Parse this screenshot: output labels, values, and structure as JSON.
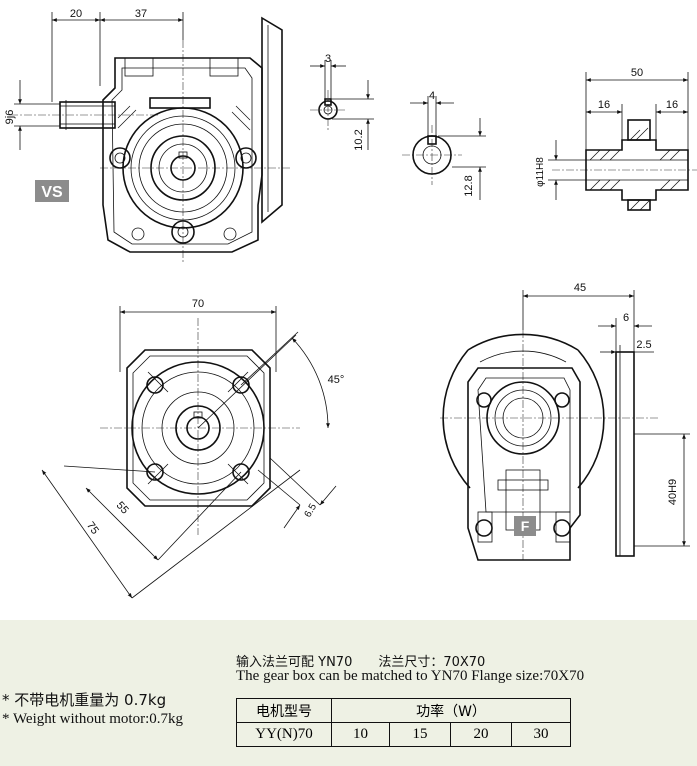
{
  "view_labels": {
    "vs": "VS",
    "f": "F"
  },
  "dimensions": {
    "d20": "20",
    "d37": "37",
    "d9j6": "9j6",
    "d3": "3",
    "d10_2": "10.2",
    "d4": "4",
    "d12_8": "12.8",
    "d50": "50",
    "d16a": "16",
    "d16b": "16",
    "d11h8": "φ11H8",
    "d70": "70",
    "d45deg": "45°",
    "d55": "55",
    "d75": "75",
    "d6_5": "6.5",
    "d45": "45",
    "d6": "6",
    "d2_5": "2.5",
    "d40h9": "40H9"
  },
  "footer": {
    "flange_cn": "输入法兰可配 YN70　　法兰尺寸：70X70",
    "flange_en": "The gear box can be matched to YN70 Flange size:70X70",
    "weight_cn": "* 不带电机重量为 0.7kg",
    "weight_en": "* Weight without motor:0.7kg"
  },
  "table": {
    "model_header": "电机型号",
    "power_header": "功率（W）",
    "model": "YY(N)70",
    "powers": [
      "10",
      "15",
      "20",
      "30"
    ]
  }
}
